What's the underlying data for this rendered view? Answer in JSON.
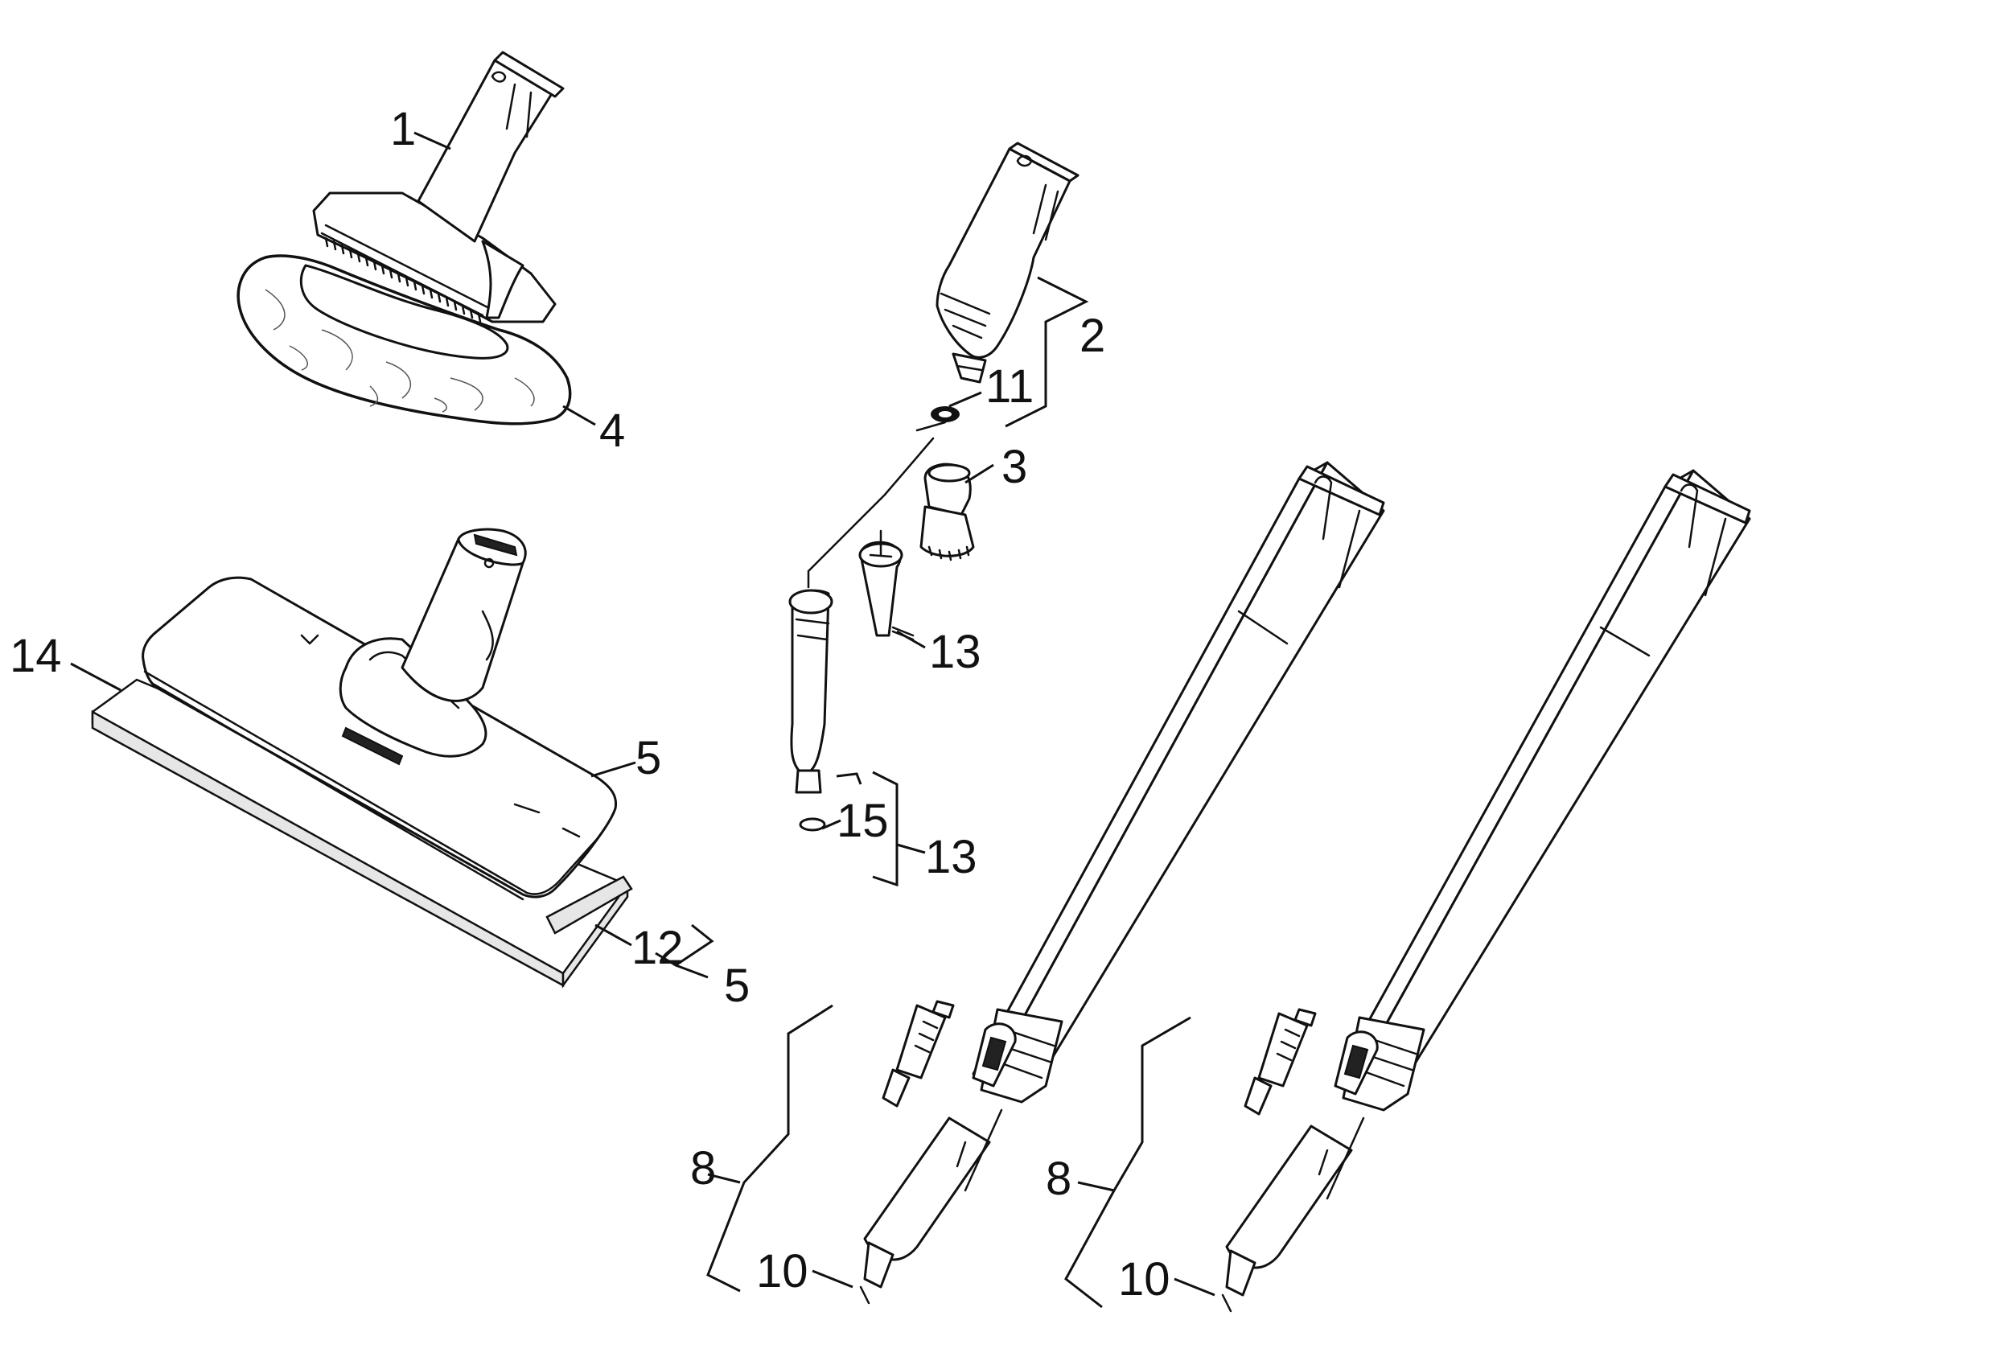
{
  "callouts": {
    "c1": "1",
    "c2": "2",
    "c3": "3",
    "c4": "4",
    "c5a": "5",
    "c5b": "5",
    "c8a": "8",
    "c8b": "8",
    "c10a": "10",
    "c10b": "10",
    "c11": "11",
    "c12": "12",
    "c13a": "13",
    "c13b": "13",
    "c14": "14",
    "c15": "15"
  }
}
